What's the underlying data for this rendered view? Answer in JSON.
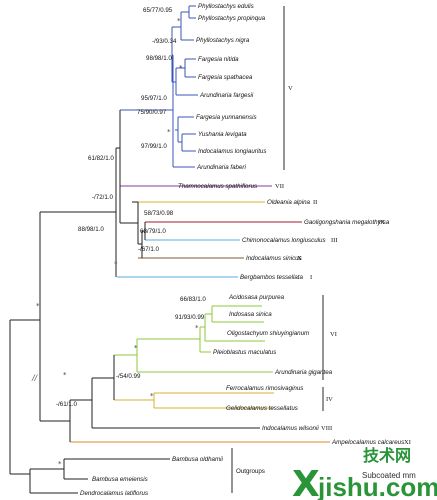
{
  "clades": {
    "V": "V",
    "VII": "VII",
    "II": "II",
    "IX": "IX",
    "III": "III",
    "X": "X",
    "I": "I",
    "VI": "VI",
    "IV": "IV",
    "VIII": "VIII",
    "XI": "XI",
    "outgroups": "Outgroups"
  },
  "taxa": {
    "phyllostachys_edulis": "Phyllostachys edulis",
    "phyllostachys_propinqua": "Phyllostachys propinqua",
    "phyllostachys_nigra": "Phyllostachys nigra",
    "fargesia_nitida": "Fargesia nitida",
    "fargesia_spathacea": "Fargesia spathacea",
    "arundinaria_fargesii": "Arundinaria fargesii",
    "fargesia_yunnanensis": "Fargesia yunnanensis",
    "yushania_levigata": "Yushania levigata",
    "indocalamus_longiauritus": "Indocalamus longiauritus",
    "arundinaria_faberi": "Arundinaria faberi",
    "thamnocalamus_spathiflorus": "Thamnocalamus spathiflorus",
    "oldeania_alpina": "Oldeania alpina",
    "gaoligongshania_megalothyrsa": "Gaoligongshania megalothyrsa",
    "chimonocalamus_longiusculus": "Chimonocalamus longiusculus",
    "indocalamus_sinicus": "Indocalamus sinicus",
    "bergbambos_tessellata": "Bergbambos tessellata",
    "acidosasa_purpurea": "Acidosasa purpurea",
    "indosasa_sinica": "Indosasa sinica",
    "oligostachyum_shiuyingianum": "Oligostachyum shiuyingianum",
    "pleioblastus_maculatus": "Pleioblastus maculatus",
    "arundinaria_gigantea": "Arundinaria gigantea",
    "ferrocalamus_rimosivaginus": "Ferrocalamus rimosivaginus",
    "gelidocalamus_tessellatus": "Gelidocalamus tessellatus",
    "indocalamus_wilsonii": "Indocalamus wilsonii",
    "ampelocalamus_calcareus": "Ampelocalamus calcareus",
    "bambusa_oldhamii": "Bambusa oldhamii",
    "bambusa_emeiensis": "Bambusa emeiensis",
    "dendrocalamus_latiflorus": "Dendrocalamus latiflorus"
  },
  "support": {
    "phyllo_main": "65/77/0.95",
    "phyllo_nigra": "-/93/0.34",
    "fargesia_pair": "98/98/1.0",
    "yunnan_group": "95/97/1.0",
    "yushania_group": "75/90/0.97",
    "indocalamus_pair": "97/99/1.0",
    "temperate_main": "61/82/1.0",
    "oldeania_group": "-/72/1.0",
    "gaoligong_group": "58/73/0.98",
    "chimono_group": "63/79/1.0",
    "indocal_sinicus": "-/67/1.0",
    "big_clade": "88/98/1.0",
    "acidosasa_group": "66/83/1.0",
    "indosasa_group": "91/93/0.99",
    "ferro_group": "-/54/0.99",
    "wilsonii_group": "-/61/1.0"
  },
  "marks": {
    "strongly_supported": "*",
    "branch_break": "//"
  },
  "watermark": {
    "brand": "技术网",
    "site": "jishu.com",
    "caption": "Subcoated mm"
  },
  "colors": {
    "clade_V": "#3b55b8",
    "clade_VII": "#8a3aa0",
    "clade_II": "#d8b030",
    "clade_IX": "#a01830",
    "clade_III": "#5aaee0",
    "clade_X": "#7a5a30",
    "clade_I": "#5aaee0",
    "clade_VI": "#8ec83a",
    "clade_IV": "#d8b030",
    "clade_XI": "#e08a30",
    "backbone": "#222222",
    "watermark": "#1f8f2f"
  }
}
